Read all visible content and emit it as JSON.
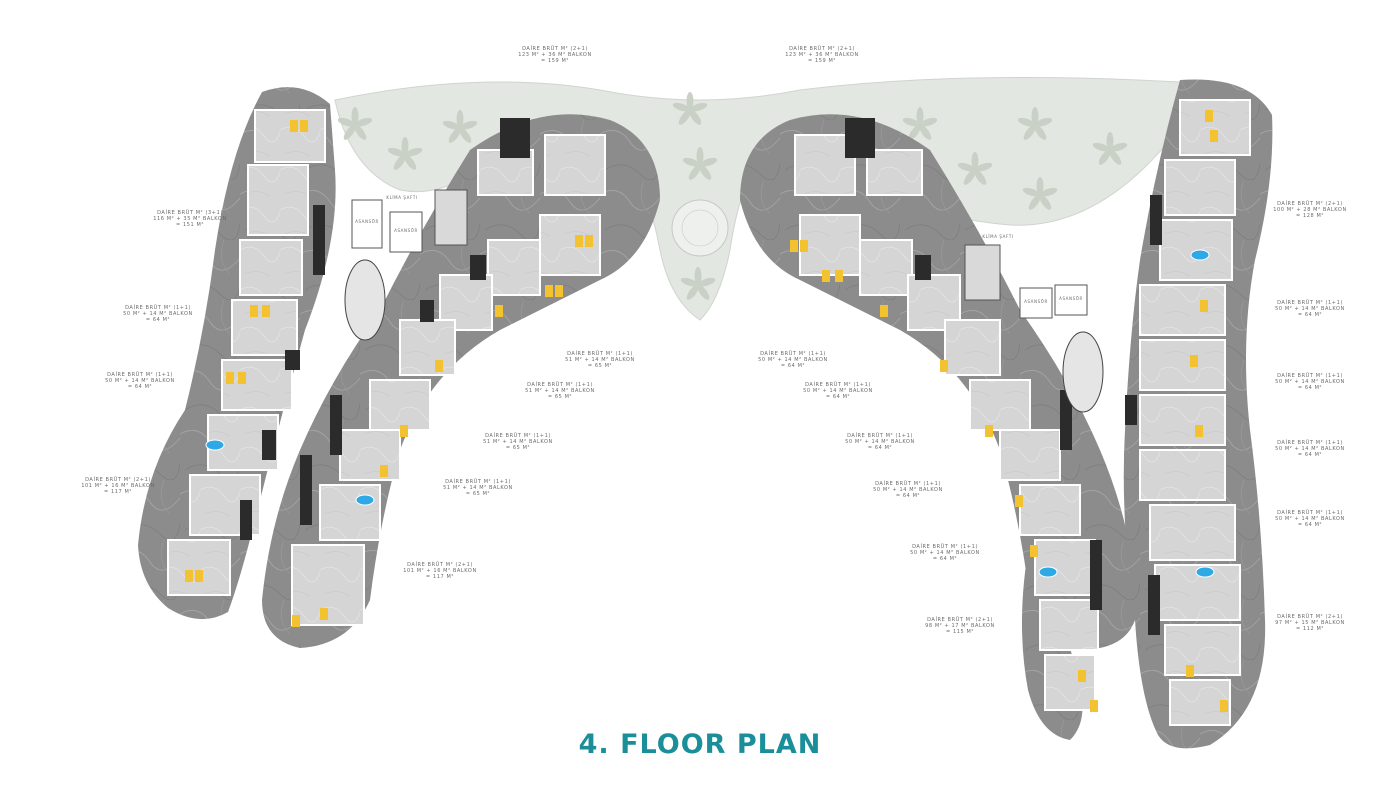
{
  "title": "4. FLOOR PLAN",
  "colors": {
    "accent": "#1a8f9a",
    "marble": "#8a8a8a",
    "unit_floor": "#d6d6d6",
    "garden": "#e3e7e2",
    "sofa": "#f2c230",
    "pool": "#2ea9e6",
    "stair_dark": "#2b2b2b"
  },
  "unit_labels": [
    {
      "id": "top-left",
      "lines": [
        "DAİRE BRÜT M² (2+1)",
        "123 M² + 36 M² BALKON",
        "= 159 M²"
      ]
    },
    {
      "id": "top-right",
      "lines": [
        "DAİRE BRÜT M² (2+1)",
        "123 M² + 36 M² BALKON",
        "= 159 M²"
      ]
    },
    {
      "id": "left-1",
      "lines": [
        "DAİRE BRÜT M² (3+1)",
        "116 M² + 35 M² BALKON",
        "= 151 M²"
      ]
    },
    {
      "id": "left-2",
      "lines": [
        "DAİRE BRÜT M² (1+1)",
        "50 M² + 14 M² BALKON",
        "= 64 M²"
      ]
    },
    {
      "id": "left-3",
      "lines": [
        "DAİRE BRÜT M² (1+1)",
        "50 M² + 14 M² BALKON",
        "= 64 M²"
      ]
    },
    {
      "id": "left-4",
      "lines": [
        "DAİRE BRÜT M² (2+1)",
        "101 M² + 16 M² BALKON",
        "= 117 M²"
      ]
    },
    {
      "id": "inner-left-1",
      "lines": [
        "DAİRE BRÜT M² (1+1)",
        "51 M² + 14 M² BALKON",
        "= 65 M²"
      ]
    },
    {
      "id": "inner-left-2",
      "lines": [
        "DAİRE BRÜT M² (1+1)",
        "51 M² + 14 M² BALKON",
        "= 65 M²"
      ]
    },
    {
      "id": "inner-left-3",
      "lines": [
        "DAİRE BRÜT M² (1+1)",
        "51 M² + 14 M² BALKON",
        "= 65 M²"
      ]
    },
    {
      "id": "inner-left-4",
      "lines": [
        "DAİRE BRÜT M² (1+1)",
        "51 M² + 14 M² BALKON",
        "= 65 M²"
      ]
    },
    {
      "id": "inner-left-5",
      "lines": [
        "DAİRE BRÜT M² (2+1)",
        "101 M² + 16 M² BALKON",
        "= 117 M²"
      ]
    },
    {
      "id": "inner-right-1",
      "lines": [
        "DAİRE BRÜT M² (1+1)",
        "50 M² + 14 M² BALKON",
        "= 64 M²"
      ]
    },
    {
      "id": "inner-right-2",
      "lines": [
        "DAİRE BRÜT M² (1+1)",
        "50 M² + 14 M² BALKON",
        "= 64 M²"
      ]
    },
    {
      "id": "inner-right-3",
      "lines": [
        "DAİRE BRÜT M² (1+1)",
        "50 M² + 14 M² BALKON",
        "= 64 M²"
      ]
    },
    {
      "id": "inner-right-4",
      "lines": [
        "DAİRE BRÜT M² (1+1)",
        "50 M² + 14 M² BALKON",
        "= 64 M²"
      ]
    },
    {
      "id": "inner-right-5",
      "lines": [
        "DAİRE BRÜT M² (1+1)",
        "50 M² + 14 M² BALKON",
        "= 64 M²"
      ]
    },
    {
      "id": "inner-right-6",
      "lines": [
        "DAİRE BRÜT M² (2+1)",
        "98 M² + 17 M² BALKON",
        "= 115 M²"
      ]
    },
    {
      "id": "right-1",
      "lines": [
        "DAİRE BRÜT M² (2+1)",
        "100 M² + 28 M² BALKON",
        "= 128 M²"
      ]
    },
    {
      "id": "right-2",
      "lines": [
        "DAİRE BRÜT M² (1+1)",
        "50 M² + 14 M² BALKON",
        "= 64 M²"
      ]
    },
    {
      "id": "right-3",
      "lines": [
        "DAİRE BRÜT M² (1+1)",
        "50 M² + 14 M² BALKON",
        "= 64 M²"
      ]
    },
    {
      "id": "right-4",
      "lines": [
        "DAİRE BRÜT M² (1+1)",
        "50 M² + 14 M² BALKON",
        "= 64 M²"
      ]
    },
    {
      "id": "right-5",
      "lines": [
        "DAİRE BRÜT M² (1+1)",
        "50 M² + 14 M² BALKON",
        "= 64 M²"
      ]
    },
    {
      "id": "right-6",
      "lines": [
        "DAİRE BRÜT M² (2+1)",
        "97 M² + 15 M² BALKON",
        "= 112 M²"
      ]
    }
  ],
  "area_labels": {
    "garden_left": "KLİMA ŞAFTI",
    "garden_right": "KLİMA ŞAFTI",
    "elevator_1": "ASANSÖR",
    "elevator_2": "ASANSÖR",
    "elevator_3": "ASANSÖR",
    "elevator_4": "ASANSÖR"
  }
}
